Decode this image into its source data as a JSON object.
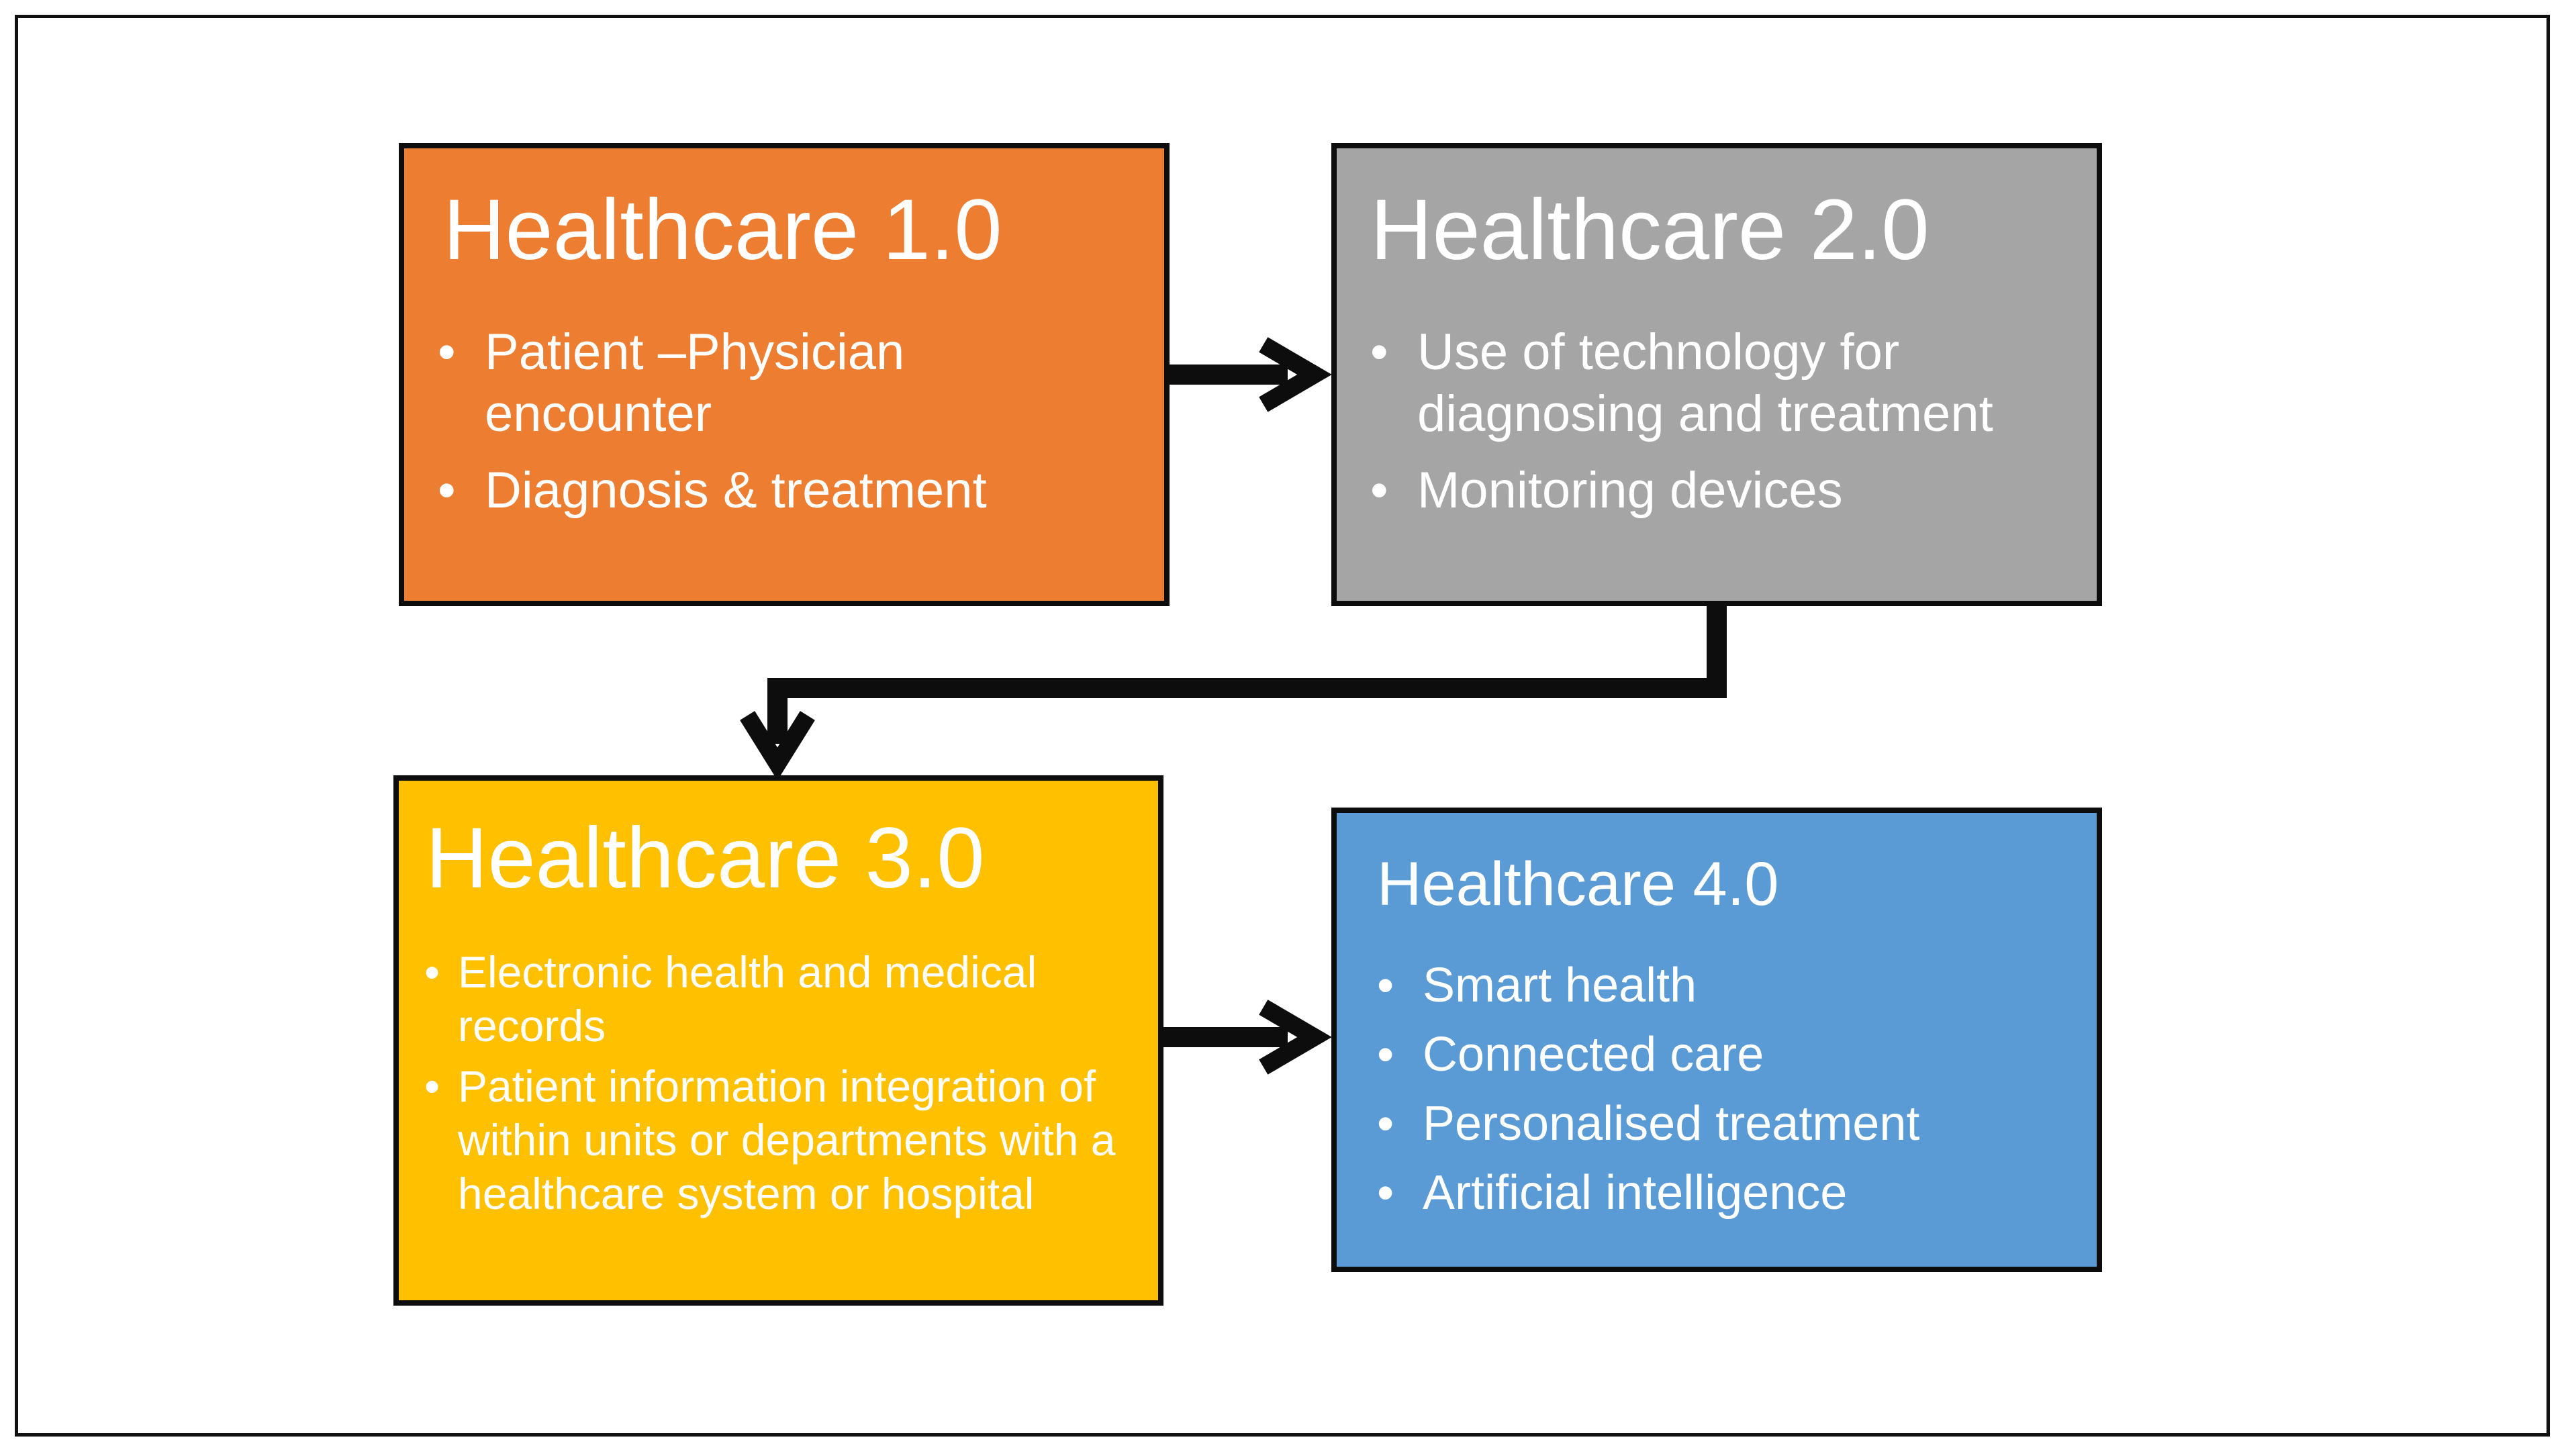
{
  "colors": {
    "healthcare_1": "#ed7d31",
    "healthcare_2": "#a5a5a5",
    "healthcare_3": "#ffc000",
    "healthcare_4": "#5b9bd5",
    "border": "#0d0d0d",
    "text": "#ffffff"
  },
  "stages": [
    {
      "title": "Healthcare 1.0",
      "items": [
        "Patient –Physician",
        "encounter",
        "Diagnosis & treatment"
      ]
    },
    {
      "title": "Healthcare 2.0",
      "items": [
        "Use of technology for",
        "diagnosing and treatment",
        "Monitoring devices"
      ]
    },
    {
      "title": "Healthcare 3.0",
      "items": [
        "Electronic health and medical",
        "records",
        "Patient information integration of",
        "within units or departments with a",
        "healthcare system or hospital"
      ]
    },
    {
      "title": "Healthcare 4.0",
      "items": [
        "Smart health",
        "Connected care",
        "Personalised treatment",
        "Artificial intelligence"
      ]
    }
  ]
}
